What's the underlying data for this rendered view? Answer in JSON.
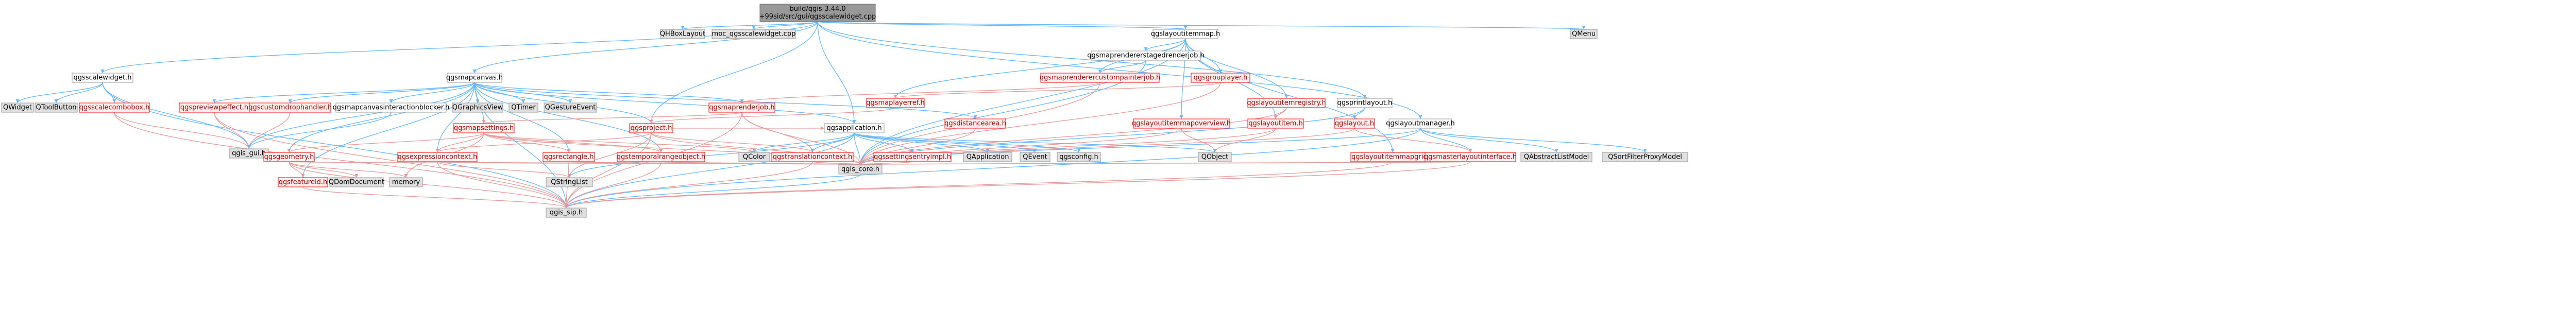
{
  "title": "build/qgis-3.44.0+99sid/src/gui/qgsscalewidget.cpp",
  "colors": {
    "root_fill": "#999999",
    "root_border": "#666666",
    "node_fill": "#e0e0e0",
    "node_border": "#999999",
    "red_border": "#ff0000",
    "red_fill": "#fff0f0",
    "red_text": "#b80000",
    "text": "#000000",
    "edge": "#63b8ff",
    "edge_red": "#e89a9a"
  },
  "nodes": [
    {
      "id": "root",
      "label": "build/qgis-3.44.0\n+99sid/src/gui/qgsscalewidget.cpp",
      "style": "root"
    },
    {
      "id": "qhboxlayout",
      "label": "QHBoxLayout",
      "style": "gray"
    },
    {
      "id": "moc",
      "label": "moc_qgsscalewidget.cpp",
      "style": "gray"
    },
    {
      "id": "qgslayoutitemmap",
      "label": "qgslayoutitemmap.h",
      "style": "plain"
    },
    {
      "id": "qmenu",
      "label": "QMenu",
      "style": "gray"
    },
    {
      "id": "qgsscalewidget",
      "label": "qgsscalewidget.h",
      "style": "plain"
    },
    {
      "id": "qgsmapcanvas",
      "label": "qgsmapcanvas.h",
      "style": "plain"
    },
    {
      "id": "qgsmaprendererstagedrenderjob",
      "label": "qgsmaprendererstagedrenderjob.h",
      "style": "plain"
    },
    {
      "id": "qgsmaprenderercustompainterjob",
      "label": "qgsmaprenderercustompainterjob.h",
      "style": "red"
    },
    {
      "id": "qgsgrouplayer",
      "label": "qgsgrouplayer.h",
      "style": "red"
    },
    {
      "id": "qgslayoutitemregistry",
      "label": "qgslayoutitemregistry.h",
      "style": "red"
    },
    {
      "id": "qgsprintlayout",
      "label": "qgsprintlayout.h",
      "style": "plain"
    },
    {
      "id": "qgslayoutmanager",
      "label": "qgslayoutmanager.h",
      "style": "plain"
    },
    {
      "id": "qwidget",
      "label": "QWidget",
      "style": "gray"
    },
    {
      "id": "qtoolbutton",
      "label": "QToolButton",
      "style": "gray"
    },
    {
      "id": "qgsscalecombobox",
      "label": "qgsscalecombobox.h",
      "style": "red"
    },
    {
      "id": "qgspreviewe",
      "label": "qgspreviewpeffect.h",
      "style": "red"
    },
    {
      "id": "qgscustomdrophandler",
      "label": "qgscustomdrophandler.h",
      "style": "red"
    },
    {
      "id": "qgsmapcanvasinteractionblocker",
      "label": "qgsmapcanvasinteractionblocker.h",
      "style": "plain"
    },
    {
      "id": "qgraphicsview",
      "label": "QGraphicsView",
      "style": "gray"
    },
    {
      "id": "qtimer",
      "label": "QTimer",
      "style": "gray"
    },
    {
      "id": "qgestureevent",
      "label": "QGestureEvent",
      "style": "gray"
    },
    {
      "id": "qgsmaprenderjob",
      "label": "qgsmaprenderjob.h",
      "style": "red"
    },
    {
      "id": "qgsmaplayerref",
      "label": "qgsmaplayerref.h",
      "style": "red"
    },
    {
      "id": "qgsdistancearea",
      "label": "qgsdistancearea.h",
      "style": "red"
    },
    {
      "id": "qgslayoutitemmapoverview",
      "label": "qgslayoutitemmapoverview.h",
      "style": "red"
    },
    {
      "id": "qgslayoutitem",
      "label": "qgslayoutitem.h",
      "style": "red"
    },
    {
      "id": "qgslayout",
      "label": "qgslayout.h",
      "style": "red"
    },
    {
      "id": "qgsmapsettings",
      "label": "qgsmapsettings.h",
      "style": "red"
    },
    {
      "id": "qgsproject",
      "label": "qgsproject.h",
      "style": "red"
    },
    {
      "id": "qgsapplication",
      "label": "qgsapplication.h",
      "style": "plain"
    },
    {
      "id": "qgis_gui",
      "label": "qgis_gui.h",
      "style": "gray"
    },
    {
      "id": "qgsgeometry",
      "label": "qgsgeometry.h",
      "style": "red"
    },
    {
      "id": "qgsexpressioncontext",
      "label": "qgsexpressioncontext.h",
      "style": "red"
    },
    {
      "id": "qgsrectangle",
      "label": "qgsrectangle.h",
      "style": "red"
    },
    {
      "id": "qgstemporalrangeobject",
      "label": "qgstemporalrangeobject.h",
      "style": "red"
    },
    {
      "id": "qcolor",
      "label": "QColor",
      "style": "gray"
    },
    {
      "id": "qgstranslationcontext",
      "label": "qgstranslationcontext.h",
      "style": "red"
    },
    {
      "id": "qgssettingsentryimpl",
      "label": "qgssettingsentryimpl.h",
      "style": "red"
    },
    {
      "id": "qapplication",
      "label": "QApplication",
      "style": "gray"
    },
    {
      "id": "qevent",
      "label": "QEvent",
      "style": "gray"
    },
    {
      "id": "qgsconfig",
      "label": "qgsconfig.h",
      "style": "gray"
    },
    {
      "id": "qobject",
      "label": "QObject",
      "style": "gray"
    },
    {
      "id": "qgslayoutitemmapgrid",
      "label": "qgslayoutitemmapgrid.h",
      "style": "red"
    },
    {
      "id": "qgsmasterlayoutinterface",
      "label": "qgsmasterlayoutinterface.h",
      "style": "red"
    },
    {
      "id": "qabstractlistmodel",
      "label": "QAbstractListModel",
      "style": "gray"
    },
    {
      "id": "qsortfilterproxymodel",
      "label": "QSortFilterProxyModel",
      "style": "gray"
    },
    {
      "id": "qgsfeatureid",
      "label": "qgsfeatureid.h",
      "style": "red"
    },
    {
      "id": "qdomdocument",
      "label": "QDomDocument",
      "style": "gray"
    },
    {
      "id": "memory",
      "label": "memory",
      "style": "gray"
    },
    {
      "id": "qstringlist",
      "label": "QStringList",
      "style": "gray"
    },
    {
      "id": "qgis_core",
      "label": "qgis_core.h",
      "style": "gray"
    },
    {
      "id": "qgis_sip",
      "label": "qgis_sip.h",
      "style": "gray"
    }
  ]
}
